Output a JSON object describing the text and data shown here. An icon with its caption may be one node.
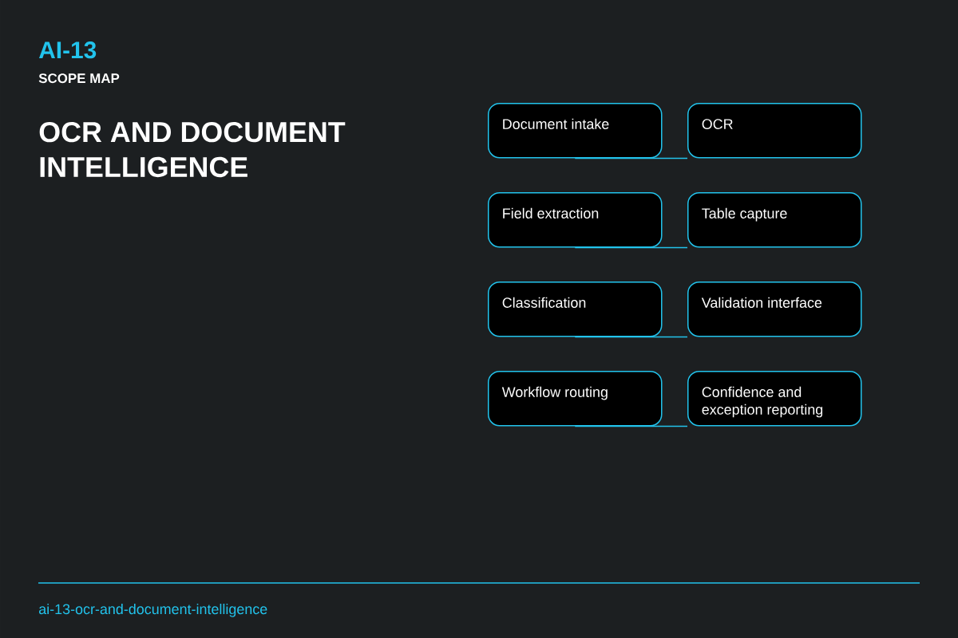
{
  "diagram": {
    "title": "OCR AND DOCUMENT INTELLIGENCE",
    "nodes": [
      {
        "text": [
          "Document intake"
        ]
      },
      {
        "text": [
          "OCR"
        ]
      },
      {
        "text": [
          "Field extraction"
        ]
      },
      {
        "text": [
          "Table capture"
        ]
      },
      {
        "text": [
          "Classification"
        ]
      },
      {
        "text": [
          "Validation interface"
        ]
      },
      {
        "text": [
          "Workflow routing"
        ]
      },
      {
        "text": [
          "Confidence and exception reporting"
        ]
      }
    ],
    "edges": [
      {
        "from": 0,
        "to": 1,
        "arrow": "none"
      },
      {
        "from": 2,
        "to": 3,
        "arrow": "none"
      },
      {
        "from": 4,
        "to": 5,
        "arrow": "none"
      },
      {
        "from": 6,
        "to": 7,
        "arrow": "none"
      }
    ],
    "labels": [
      "AI-13",
      "SCOPE MAP",
      "ai-13-ocr-and-document-intelligence"
    ]
  }
}
